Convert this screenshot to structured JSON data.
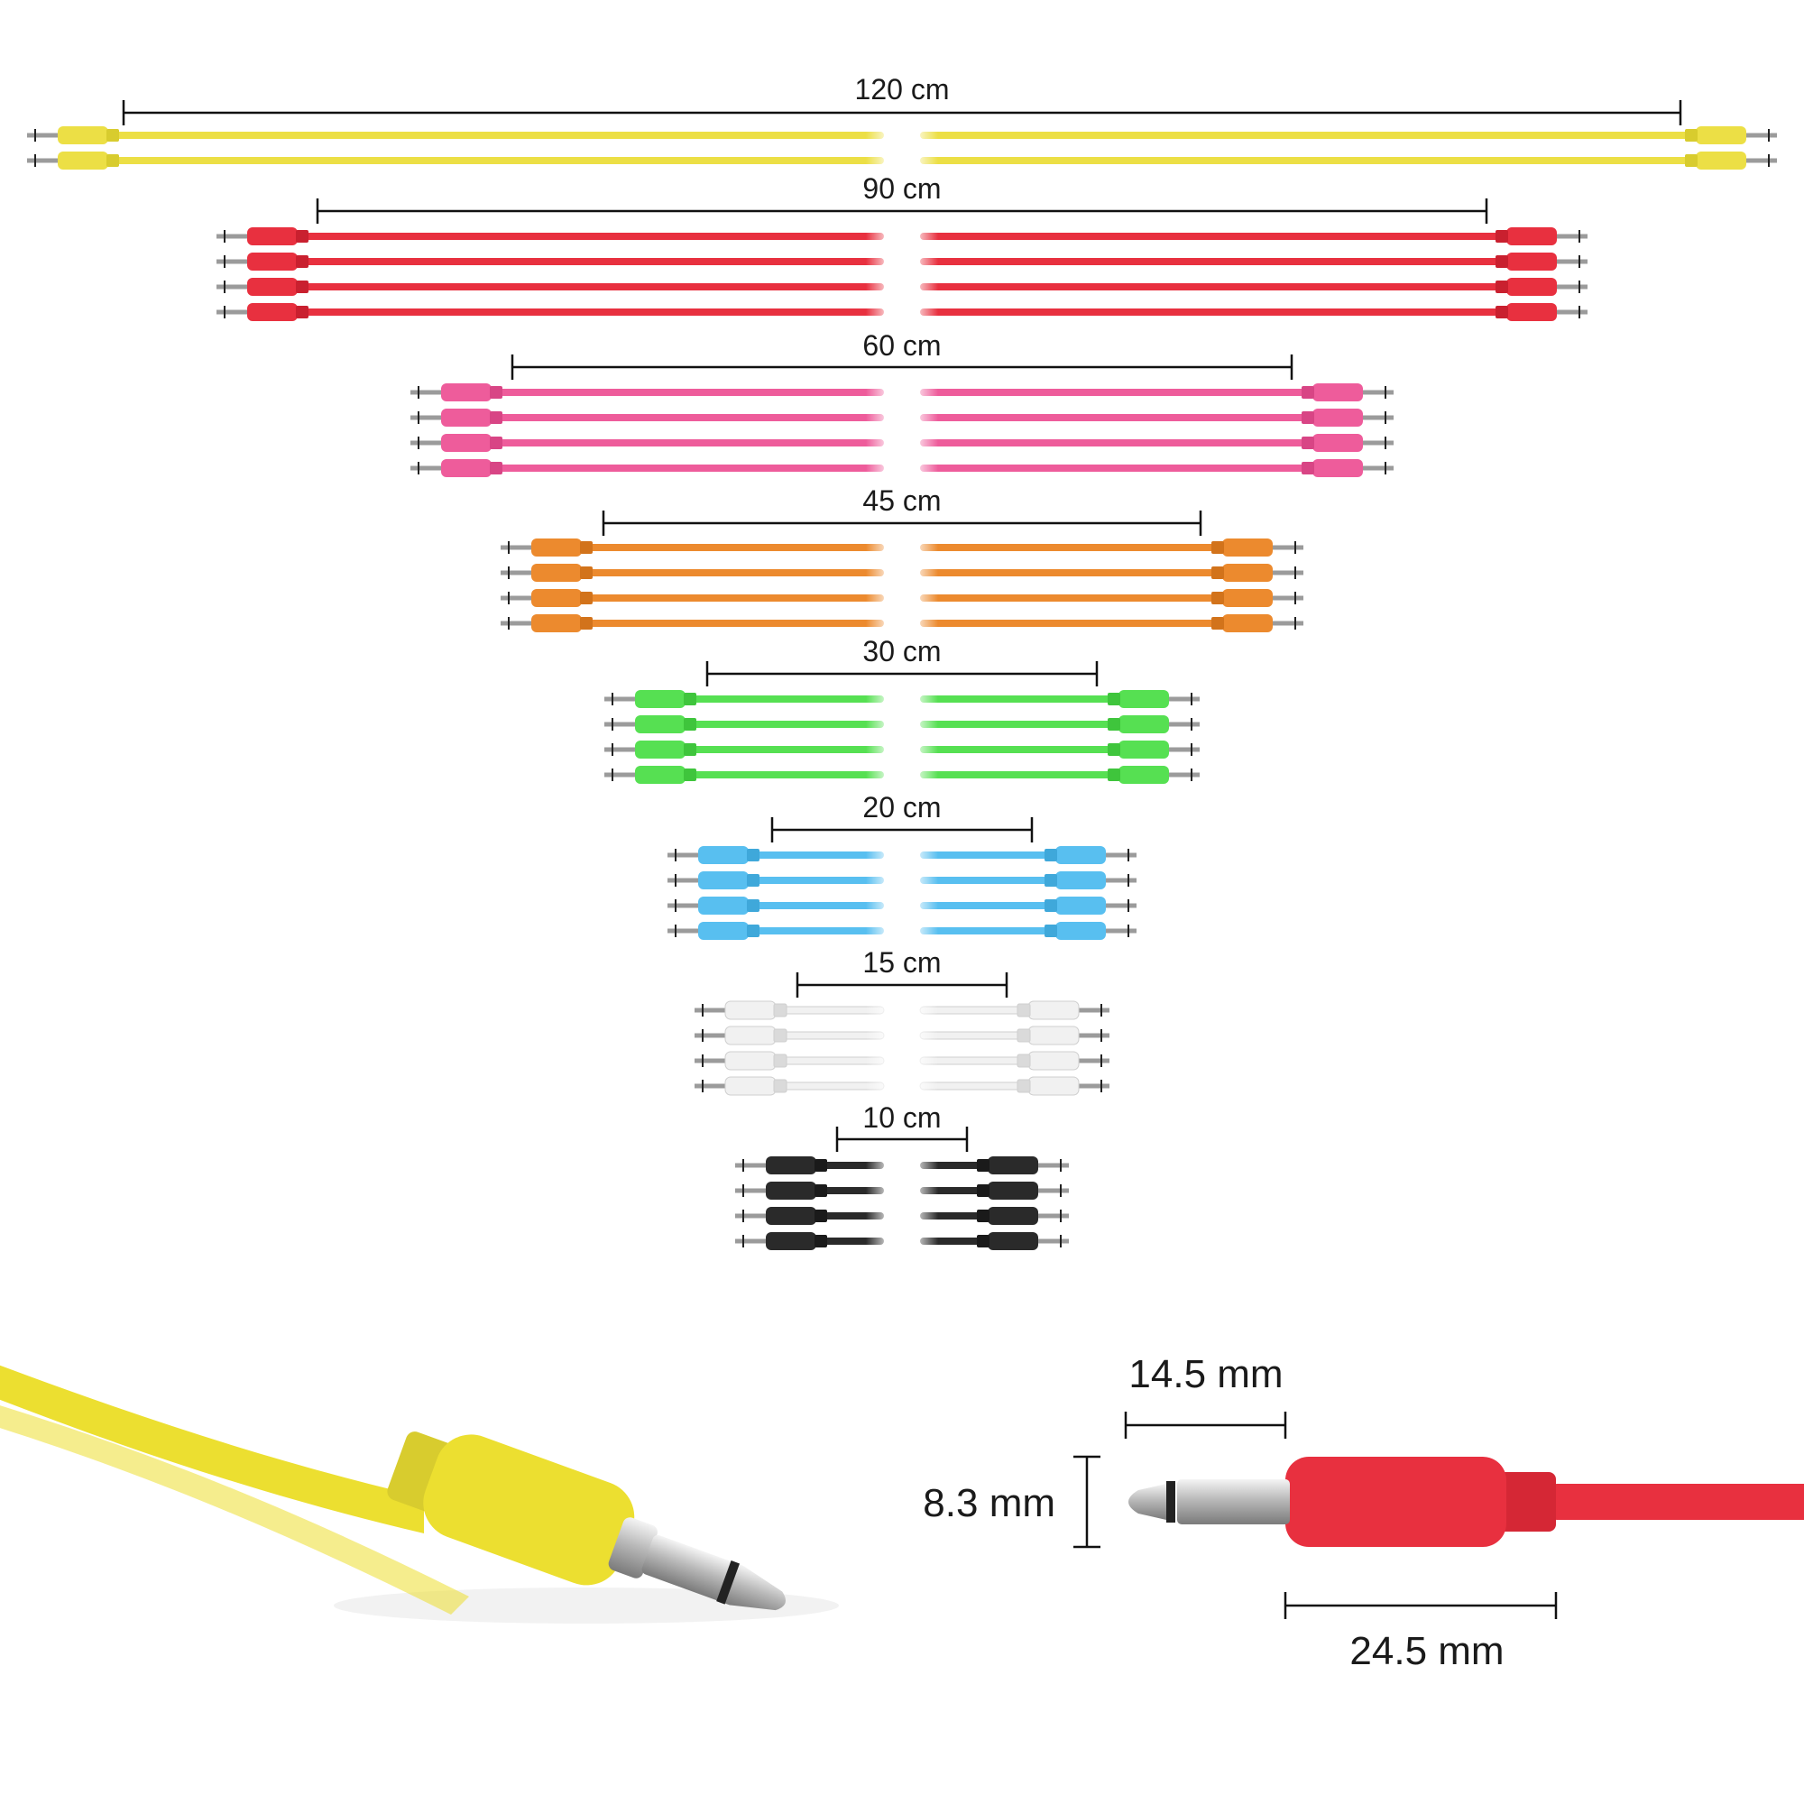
{
  "cable_groups": [
    {
      "length_label": "120 cm",
      "color": "#ecdf45",
      "collar": "#d8cc2e",
      "count": 2
    },
    {
      "length_label": "90 cm",
      "color": "#e8303f",
      "collar": "#c9202f",
      "count": 4
    },
    {
      "length_label": "60 cm",
      "color": "#ee5c9b",
      "collar": "#d84585",
      "count": 4
    },
    {
      "length_label": "45 cm",
      "color": "#ec8a2e",
      "collar": "#d2731b",
      "count": 4
    },
    {
      "length_label": "30 cm",
      "color": "#56e052",
      "collar": "#3fc53c",
      "count": 4
    },
    {
      "length_label": "20 cm",
      "color": "#58bff0",
      "collar": "#3fa8da",
      "count": 4
    },
    {
      "length_label": "15 cm",
      "color": "#f1f1f1",
      "collar": "#dadada",
      "count": 4
    },
    {
      "length_label": "10 cm",
      "color": "#2a2a2a",
      "collar": "#1a1a1a",
      "count": 4
    }
  ],
  "plug_dimensions": {
    "tip_length": "14.5 mm",
    "diameter": "8.3 mm",
    "body_length": "24.5 mm"
  },
  "closeups": {
    "left_cable_color": "#ecdf30",
    "right_cable_color": "#e8303f"
  }
}
